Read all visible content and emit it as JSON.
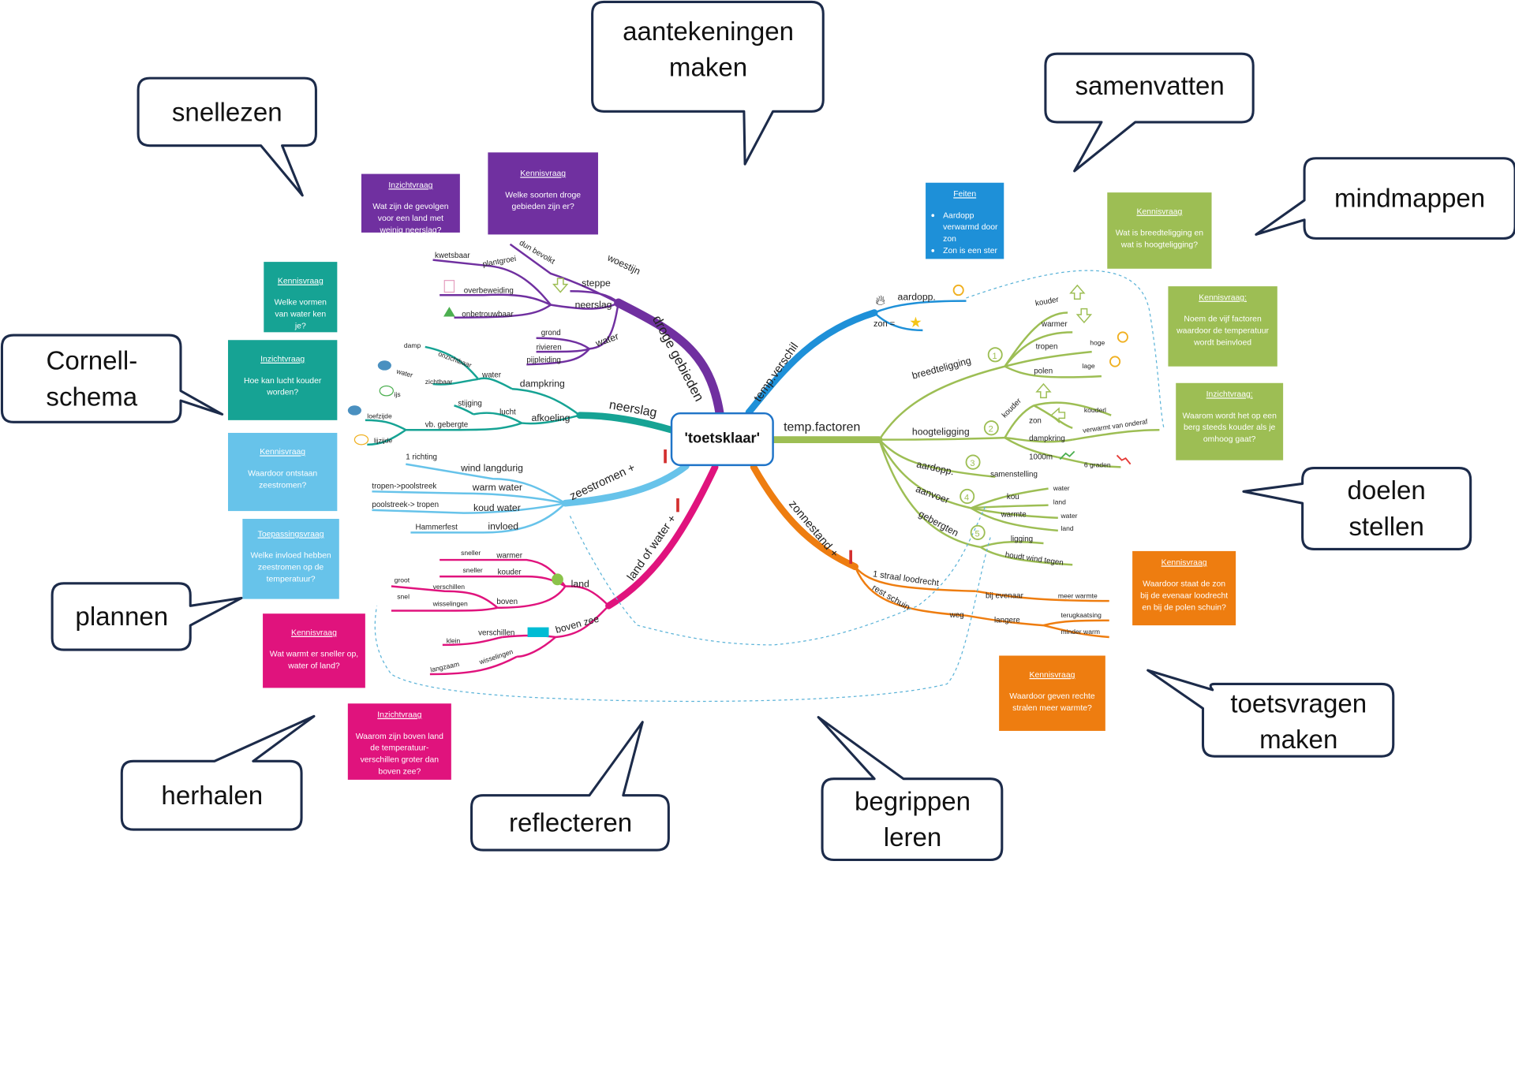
{
  "center": "'toetsklaar'",
  "bubbles": [
    {
      "text": "aantekeningen\nmaken"
    },
    {
      "text": "snellezen"
    },
    {
      "text": "samenvatten"
    },
    {
      "text": "mindmappen"
    },
    {
      "text": "Cornell-\nschema"
    },
    {
      "text": "doelen\nstellen"
    },
    {
      "text": "plannen"
    },
    {
      "text": "toetsvragen\nmaken"
    },
    {
      "text": "herhalen"
    },
    {
      "text": "reflecteren"
    },
    {
      "text": "begrippen\nleren"
    }
  ],
  "cards": [
    {
      "title": "Inzichtvraag",
      "body": "Wat zijn de gevolgen voor een land met weinig neerslag?",
      "color": "#7030a0"
    },
    {
      "title": "Kennisvraag",
      "body": "Welke soorten droge gebieden zijn er?",
      "color": "#7030a0"
    },
    {
      "title": "Kennisvraag",
      "body": "Welke vormen van water ken je?",
      "color": "#16a394"
    },
    {
      "title": "Inzichtvraag",
      "body": "Hoe kan lucht kouder worden?",
      "color": "#16a394"
    },
    {
      "title": "Kennisvraag",
      "body": "Waardoor ontstaan zeestromen?",
      "color": "#67c3ea"
    },
    {
      "title": "Toepassingsvraag",
      "body": "Welke invloed hebben zeestromen op de temperatuur?",
      "color": "#67c3ea"
    },
    {
      "title": "Kennisvraag",
      "body": "Wat warmt er sneller op, water of land?",
      "color": "#e0137d"
    },
    {
      "title": "Inzichtvraag",
      "body": "Waarom zijn boven land de temperatuur-verschillen groter dan boven zee?",
      "color": "#e0137d"
    },
    {
      "title": "Feiten",
      "bullets": [
        "Aardopp verwarmd door zon",
        "Zon is een ster"
      ],
      "color": "#1e90d8"
    },
    {
      "title": "Kennisvraag",
      "body": "Wat is breedteligging en wat is hoogteligging?",
      "color": "#9dbe54"
    },
    {
      "title": "Kennisvraag:",
      "body": "Noem de vijf factoren waardoor de temperatuur wordt beinvloed",
      "color": "#9dbe54"
    },
    {
      "title": "Inzichtvraag:",
      "body": "Waarom wordt het op een berg steeds kouder als je omhoog gaat?",
      "color": "#9dbe54"
    },
    {
      "title": "Kennisvraag",
      "body": "Waardoor staat de zon bij de evenaar loodrecht en bij de polen schuin?",
      "color": "#ee7d10"
    },
    {
      "title": "Kennisvraag",
      "body": "Waardoor geven rechte stralen meer warmte?",
      "color": "#ee7d10"
    }
  ],
  "branches": {
    "droge_gebieden": {
      "label": "droge gebieden",
      "color": "#7030a0",
      "subs": {
        "woestijn": "woestijn",
        "steppe": "steppe",
        "neerslag": "neerslag",
        "water": "water",
        "dun_bevolkt": "dun bevolkt",
        "plantgroei": "plantgroei",
        "kwetsbaar": "kwetsbaar",
        "overbeweiding": "overbeweiding",
        "onbetrouwbaar": "onbetrouwbaar",
        "grond": "grond",
        "rivieren": "rivieren",
        "pijpleiding": "pijpleiding"
      }
    },
    "neerslag": {
      "label": "neerslag",
      "color": "#16a394",
      "subs": {
        "dampkring": "dampkring",
        "afkoeling": "afkoeling",
        "water": "water",
        "damp": "damp",
        "onzichtbaar": "onzichtbaar",
        "water2": "water",
        "zichtbaar": "zichtbaar",
        "ijs": "ijs",
        "lucht": "lucht",
        "stijging": "stijging",
        "vb_gebergte": "vb. gebergte",
        "loefzijde": "loefzijde",
        "lijzijde": "lijzijde"
      }
    },
    "zeestromen": {
      "label": "zeestromen +",
      "color": "#67c3ea",
      "subs": {
        "wind_langdurig": "wind langdurig",
        "richting": "1 richting",
        "warm_water": "warm water",
        "tropen_poolstreek": "tropen->poolstreek",
        "koud_water": "koud water",
        "poolstreek_tropen": "poolstreek-> tropen",
        "invloed": "invloed",
        "hammerfest": "Hammerfest"
      }
    },
    "land_of_water": {
      "label": "land of water +",
      "color": "#e0137d",
      "subs": {
        "land": "land",
        "warmer": "warmer",
        "sneller1": "sneller",
        "kouder": "kouder",
        "sneller2": "sneller",
        "boven": "boven",
        "groot": "groot",
        "verschillen": "verschillen",
        "snel": "snel",
        "wisselingen": "wisselingen",
        "boven_zee": "boven zee",
        "verschillen2": "verschillen",
        "klein": "klein",
        "wisselingen2": "wisselingen",
        "langzaam": "langzaam"
      }
    },
    "temp_verschil": {
      "label": "temp.verschil",
      "color": "#1e90d8",
      "subs": {
        "aardopp": "aardopp.",
        "zon": "zon ="
      }
    },
    "temp_factoren": {
      "label": "temp.factoren",
      "color": "#9dbe54",
      "subs": {
        "breedteligging": "breedteligging",
        "n1": "1",
        "kouder": "kouder",
        "warmer": "warmer",
        "tropen": "tropen",
        "hoge": "hoge",
        "polen": "polen",
        "lage": "lage",
        "hoogteligging": "hoogteligging",
        "n2": "2",
        "kouder2": "kouder",
        "zon": "zon",
        "kouderl": "kouderl",
        "dampkring": "dampkring",
        "verwarmt": "verwarmt van onderaf",
        "m1000": "1000m",
        "graden": "6 graden",
        "aardopp": "aardopp.",
        "n3": "3",
        "samenstelling": "samenstelling",
        "aanvoer": "aanvoer",
        "n4": "4",
        "kou": "kou",
        "water1": "water",
        "land1": "land",
        "warmte": "warmte",
        "water2": "water",
        "land2": "land",
        "gebergten": "gebergten",
        "n5": "5",
        "ligging": "ligging",
        "houdt_wind": "houdt wind tegen"
      }
    },
    "zonnestand": {
      "label": "zonnestand +",
      "color": "#ee7d10",
      "subs": {
        "straal_loodrecht": "1 straal loodrecht",
        "rest_schuin": "rest schuin",
        "bij_evenaar": "bij evenaar",
        "meer_warmte": "meer warmte",
        "weg": "weg",
        "langere": "langere",
        "terugkaatsing": "terugkaatsing",
        "minder_warm": "minder warm"
      }
    }
  }
}
